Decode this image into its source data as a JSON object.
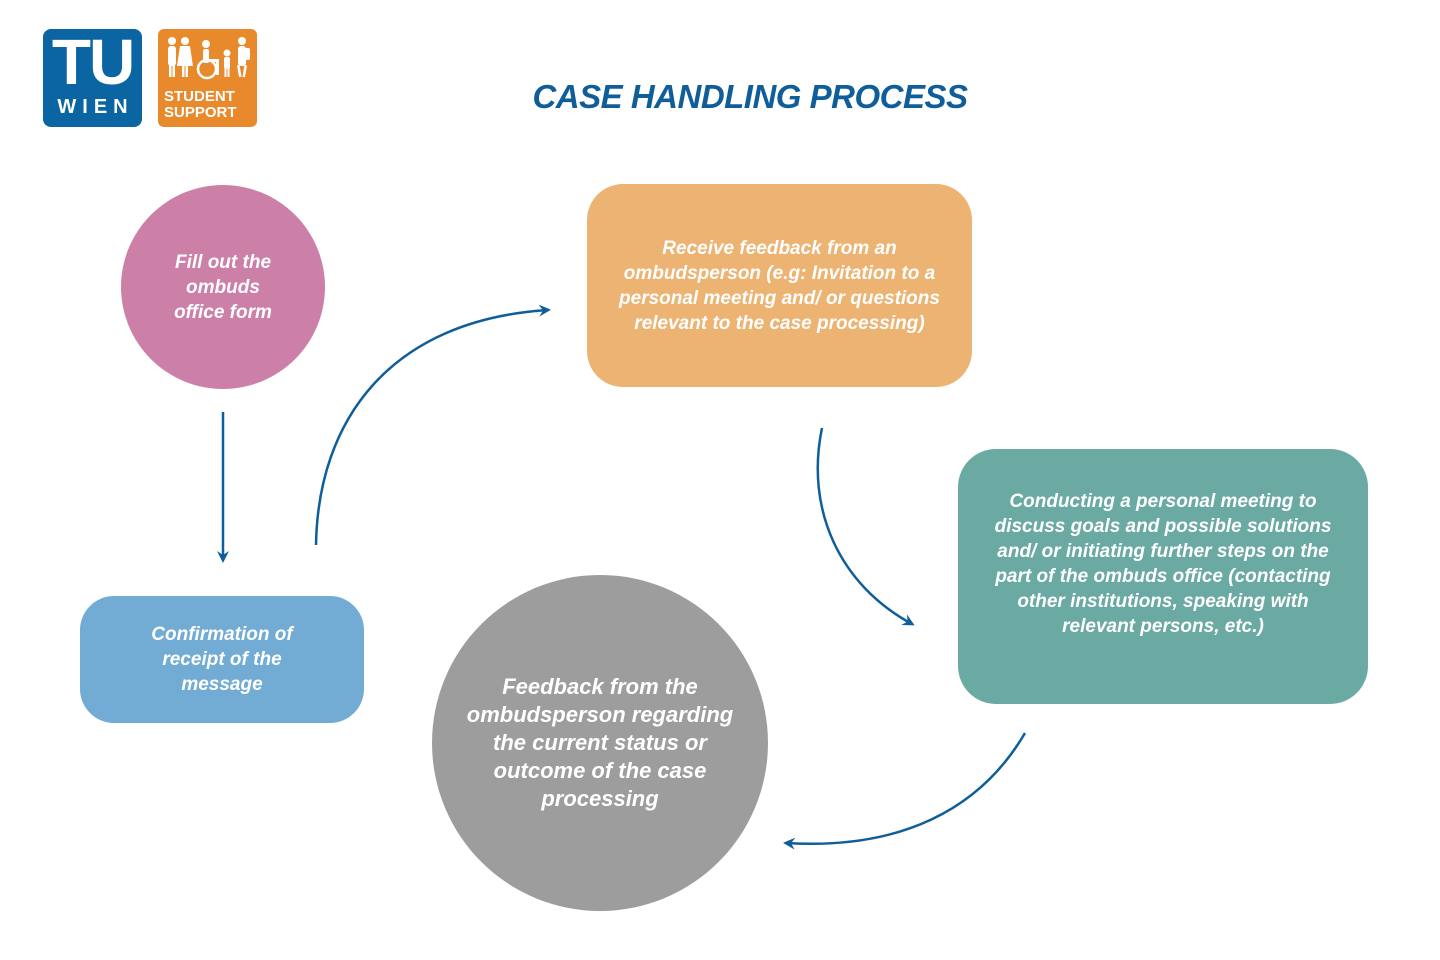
{
  "logos": {
    "tu_line1": "TU",
    "tu_line2": "WIEN",
    "student_support_line1": "STUDENT",
    "student_support_line2": "SUPPORT",
    "tu_color": "#0a65a2",
    "student_support_color": "#e8892c"
  },
  "title": "CASE HANDLING PROCESS",
  "steps": [
    {
      "id": "fill-form",
      "text": "Fill out the ombuds office form",
      "color": "#cc80a8",
      "shape": "circle"
    },
    {
      "id": "confirmation",
      "text": "Confirmation of receipt of the message",
      "color": "#72acd5",
      "shape": "rounded-rect"
    },
    {
      "id": "receive-feedback",
      "text": "Receive feedback from an ombudsperson (e.g: Invitation to a personal meeting and/ or questions relevant to the case processing)",
      "color": "#edb372",
      "shape": "rounded-rect"
    },
    {
      "id": "personal-meeting",
      "text": "Conducting a personal meeting to discuss goals and possible solutions and/ or initiating further steps on the part of the ombuds office (contacting other institutions, speaking with relevant persons, etc.)",
      "color": "#6aaaa3",
      "shape": "rounded-rect"
    },
    {
      "id": "feedback-status",
      "text": "Feedback from the ombudsperson regarding the current status or outcome of the case processing",
      "color": "#9d9d9d",
      "shape": "circle"
    }
  ],
  "connectors": [
    {
      "from": "fill-form",
      "to": "confirmation"
    },
    {
      "from": "confirmation",
      "to": "receive-feedback"
    },
    {
      "from": "receive-feedback",
      "to": "personal-meeting"
    },
    {
      "from": "personal-meeting",
      "to": "feedback-status"
    }
  ],
  "arrow_color": "#0f5e99",
  "title_color": "#0f5e99"
}
